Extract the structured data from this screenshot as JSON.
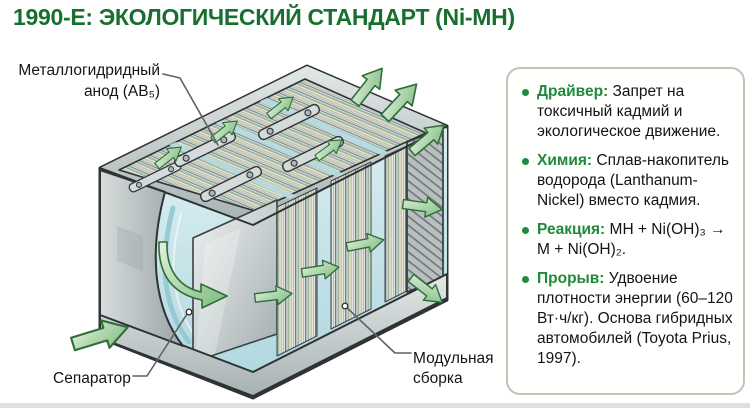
{
  "title": "1990-Е: ЭКОЛОГИЧЕСКИЙ СТАНДАРТ (Ni-MH)",
  "colors": {
    "title_green": "#17702f",
    "keyword_green": "#1f8a3c",
    "panel_border": "#b9c7b4",
    "arrow_green": "#7cbb7e",
    "case_gray": "#c2c8c8",
    "electrolyte_blue": "#cde6ea"
  },
  "diagram": {
    "labels": {
      "anode": "Металлогидридный\nанод (AB₅)",
      "separator": "Сепаратор",
      "module": "Модульная\nсборка"
    }
  },
  "panel": {
    "items": [
      {
        "keyword": "Драйвер:",
        "text": "Запрет на токсичный кадмий и экологическое движение."
      },
      {
        "keyword": "Химия:",
        "text": "Сплав-накопитель водорода (Lanthanum-Nickel) вместо кадмия."
      },
      {
        "keyword": "Реакция:",
        "text": "MH + Ni(OH)₃ → M + Ni(OH)₂."
      },
      {
        "keyword": "Прорыв:",
        "text": "Удвоение плотности энергии (60–120 Вт·ч/кг). Основа гибридных автомобилей (Toyota Prius, 1997)."
      }
    ]
  }
}
